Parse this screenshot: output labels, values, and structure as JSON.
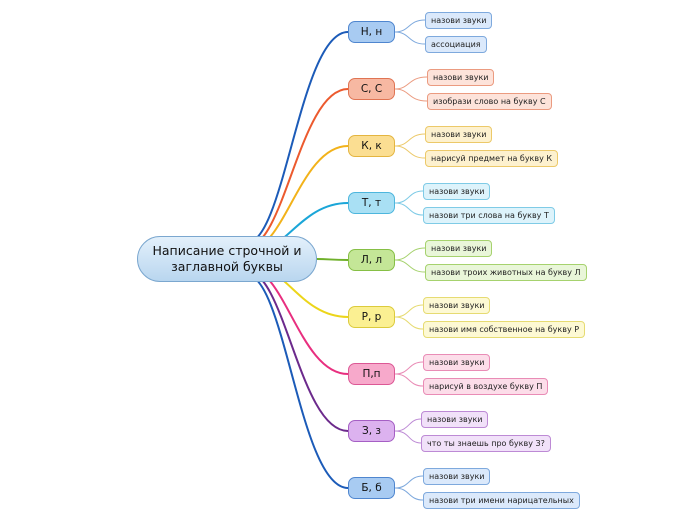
{
  "root": {
    "title": "Написание строчной и заглавной  буквы"
  },
  "branches": [
    {
      "label": "Н, н",
      "color": "#1c5bb8",
      "fill": "#a8cbf2",
      "stroke": "#4f86cf",
      "leaf_fill": "#dbe9fb",
      "leaf_stroke": "#7ea9dd",
      "children": [
        "назови звуки",
        "ассоциация"
      ]
    },
    {
      "label": "С, С",
      "color": "#ec5a2e",
      "fill": "#f7b8a2",
      "stroke": "#e07453",
      "leaf_fill": "#fde3da",
      "leaf_stroke": "#eb9b80",
      "children": [
        "назови звуки",
        "изобрази слово на букву С"
      ]
    },
    {
      "label": "К, к",
      "color": "#f2b21a",
      "fill": "#fbde92",
      "stroke": "#e4b540",
      "leaf_fill": "#fdf1cf",
      "leaf_stroke": "#ecc969",
      "children": [
        "назови звуки",
        "нарисуй предмет на букву К"
      ]
    },
    {
      "label": "Т, т",
      "color": "#1ba6d8",
      "fill": "#a9e0f4",
      "stroke": "#4db6dd",
      "leaf_fill": "#ddf3fb",
      "leaf_stroke": "#7fcbe6",
      "children": [
        "назови звуки",
        "назови три слова на букву Т"
      ]
    },
    {
      "label": "Л, л",
      "color": "#6fb02a",
      "fill": "#c4e697",
      "stroke": "#86bf45",
      "leaf_fill": "#e9f6d9",
      "leaf_stroke": "#a6d26e",
      "children": [
        "назови звуки",
        "назови троих животных на букву Л"
      ]
    },
    {
      "label": "Р, р",
      "color": "#ecd51a",
      "fill": "#fbf092",
      "stroke": "#dccb3c",
      "leaf_fill": "#fdf9d4",
      "leaf_stroke": "#e6db72",
      "children": [
        "назови звуки",
        "назови имя собственное на букву Р"
      ]
    },
    {
      "label": "П,п",
      "color": "#e82f7f",
      "fill": "#f7a9cb",
      "stroke": "#dc5895",
      "leaf_fill": "#fcdde9",
      "leaf_stroke": "#e98cb6",
      "children": [
        "назови звуки",
        "нарисуй в воздухе букву П"
      ]
    },
    {
      "label": "З, з",
      "color": "#6c2a8c",
      "fill": "#dcb2ef",
      "stroke": "#a55fc4",
      "leaf_fill": "#f1e1f9",
      "leaf_stroke": "#bd8ad5",
      "children": [
        "назови звуки",
        "что ты знаешь про букву З?"
      ]
    },
    {
      "label": "Б, б",
      "color": "#1c5bb8",
      "fill": "#a8cbf2",
      "stroke": "#4f86cf",
      "leaf_fill": "#dbe9fb",
      "leaf_stroke": "#7ea9dd",
      "children": [
        "назови звуки",
        "назови три имени нарицательных"
      ]
    }
  ]
}
